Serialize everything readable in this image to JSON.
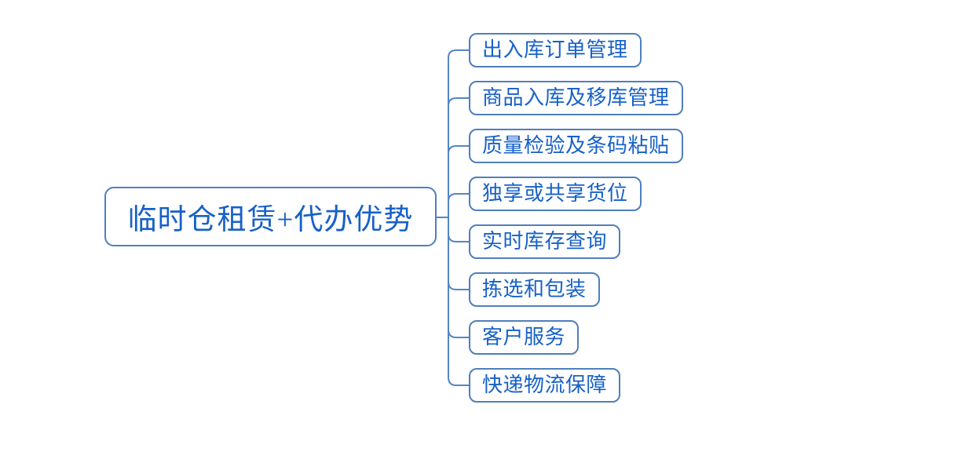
{
  "diagram": {
    "type": "mindmap",
    "root": {
      "label": "临时仓租赁+代办优势"
    },
    "children": [
      {
        "label": "出入库订单管理"
      },
      {
        "label": "商品入库及移库管理"
      },
      {
        "label": "质量检验及条码粘贴"
      },
      {
        "label": "独享或共享货位"
      },
      {
        "label": "实时库存查询"
      },
      {
        "label": "拣选和包装"
      },
      {
        "label": "客户服务"
      },
      {
        "label": "快递物流保障"
      }
    ],
    "colors": {
      "node_border": "#4e7fbe",
      "connector": "#5585c5",
      "text": "#1761c7",
      "background": "#ffffff"
    }
  }
}
